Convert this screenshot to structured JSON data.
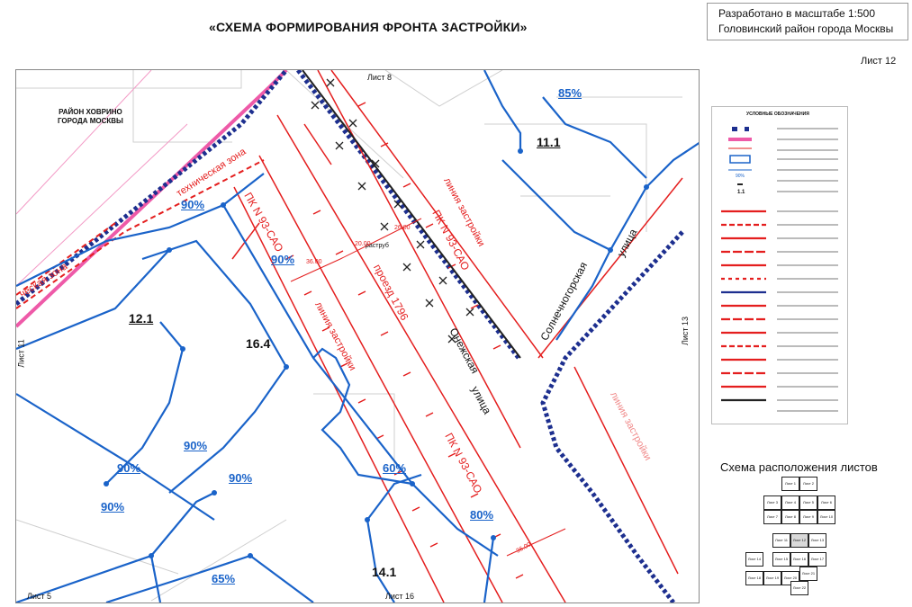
{
  "header": {
    "title": "«СХЕМА ФОРМИРОВАНИЯ ФРОНТА ЗАСТРОЙКИ»",
    "scale_text": "Разработано в масштабе 1:500",
    "district_text": "Головинский район города Москвы",
    "sheet": "Лист 12"
  },
  "map": {
    "district_label": "РАЙОН ХОВРИНО\nГОРОДА МОСКВЫ",
    "sheet_top": "Лист 8",
    "sheet_left": "Лист 11",
    "sheet_right": "Лист 13",
    "sheet_bottom_left": "Лист 5",
    "sheet_bottom": "Лист 16",
    "blocks": [
      "11.1",
      "12.1",
      "16.4",
      "14.1"
    ],
    "percents": [
      "85%",
      "90%",
      "90%",
      "90%",
      "90%",
      "90%",
      "90%",
      "60%",
      "80%",
      "65%"
    ],
    "pk_labels": [
      "ПК N 93-САО",
      "ПК N 93-САО",
      "ПК N 93-САО"
    ],
    "build_lines": [
      "линия застройки",
      "линия застройки",
      "линия застройки"
    ],
    "streets": {
      "oneshskaya_1": "Онежская",
      "oneshskaya_2": "улица",
      "passage": "проезд 1796",
      "solnech_1": "Солнечногорская",
      "solnech_2": "улица"
    },
    "tech_zone_1": "техническая зона",
    "tech_zone_2": "ческая зона",
    "rastrub": "раструб",
    "dims": [
      "36.00",
      "20.00",
      "26.00",
      "36.00"
    ]
  },
  "legend": {
    "title": "УСЛОВНЫЕ ОБОЗНАЧЕНИЯ",
    "sample_percent": "90%",
    "sample_block": "1.1"
  },
  "sheets_scheme": {
    "title": "Схема расположения листов",
    "cells": [
      "Лист 1",
      "Лист 2",
      "Лист 3",
      "Лист 4",
      "Лист 5",
      "Лист 6",
      "Лист 7",
      "Лист 8",
      "Лист 9",
      "Лист 10",
      "Лист 11",
      "Лист 12",
      "Лист 13",
      "Лист 14",
      "Лист 15",
      "Лист 16",
      "Лист 17",
      "Лист 18",
      "Лист 19",
      "Лист 20",
      "Лист 21",
      "Лист 22"
    ]
  },
  "colors": {
    "red": "#e41e1e",
    "blue": "#1a63c9",
    "navy": "#1d2f8f",
    "pink": "#ee5aa8",
    "grey": "#c8c8c8"
  }
}
